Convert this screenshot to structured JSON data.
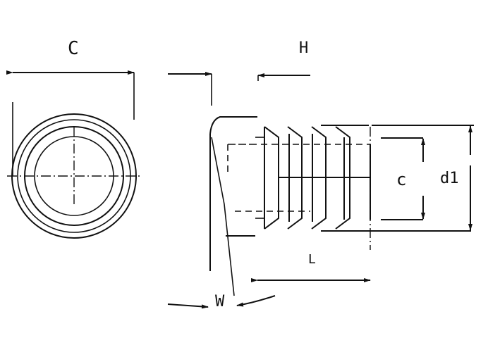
{
  "labels": {
    "C": "C",
    "H": "H",
    "c": "c",
    "d1": "d1",
    "L": "L",
    "W": "W"
  },
  "colors": {
    "line": "#111111",
    "background": "#ffffff"
  }
}
